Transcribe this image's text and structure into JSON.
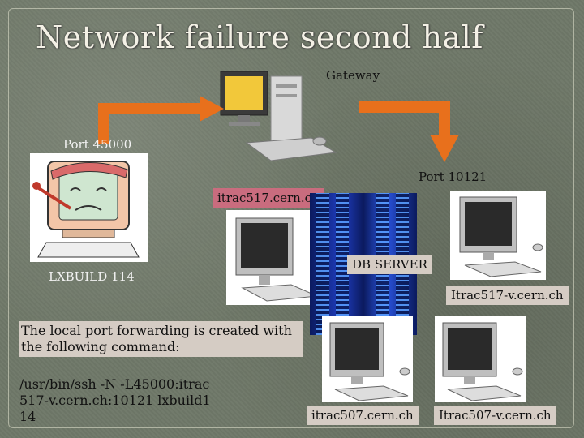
{
  "title": "Network failure second half",
  "labels": {
    "gateway": "Gateway",
    "port_45000": "Port 45000",
    "port_10121": "Port 10121",
    "itrac517": "itrac517.cern.ch",
    "db_server": "DB SERVER",
    "lxbuild": "LXBUILD 114",
    "itrac517v": "Itrac517-v.cern.ch",
    "itrac507": "itrac507.cern.ch",
    "itrac507v": "Itrac507-v.cern.ch"
  },
  "description": {
    "line1": "The local port forwarding is created with the following command:",
    "command": "/usr/bin/ssh -N -L45000:itrac517-v.cern.ch:10121 lxbuild114"
  },
  "colors": {
    "arrow": "#e8701c",
    "label_box": "#d5ccc4",
    "label_pink": "#c96c7e",
    "title": "#f4f1e6"
  }
}
